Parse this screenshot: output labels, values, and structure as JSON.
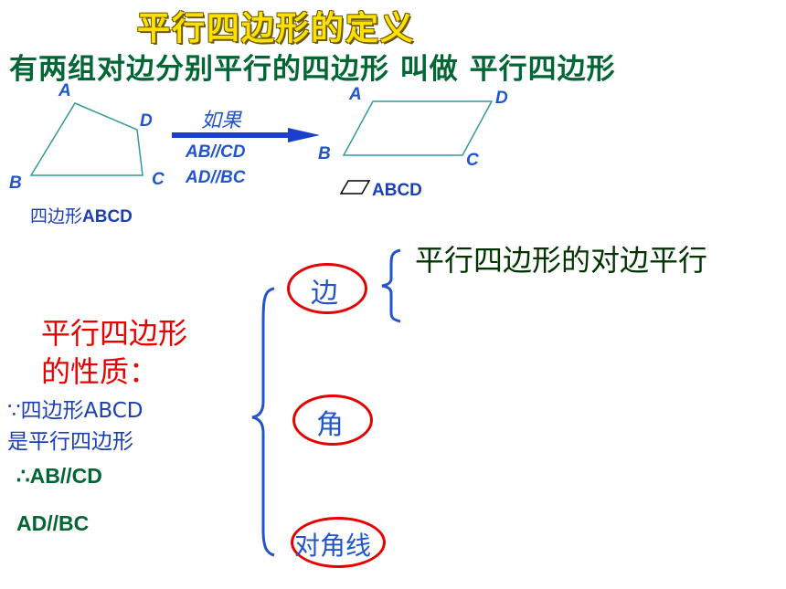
{
  "title": "平行四边形的定义",
  "definition": "有两组对边分别平行的四边形 叫做 平行四边形",
  "quad": {
    "labels": {
      "A": "A",
      "B": "B",
      "C": "C",
      "D": "D"
    },
    "caption_prefix": "四边形",
    "caption_name": "ABCD"
  },
  "arrow": {
    "condition": "如果",
    "line1": "AB//CD",
    "line2": "AD//BC"
  },
  "parallelogram": {
    "labels": {
      "A": "A",
      "B": "B",
      "C": "C",
      "D": "D"
    },
    "symbol_name": "ABCD"
  },
  "properties": {
    "heading_line1": "平行四边形",
    "heading_line2": "的性质：",
    "given_line1": "∵四边形ABCD",
    "given_line2": "是平行四边形",
    "conclusion1": "∴AB//CD",
    "conclusion2": "AD//BC"
  },
  "categories": {
    "side": "边",
    "angle": "角",
    "diagonal": "对角线"
  },
  "side_property": "平行四边形的对边平行",
  "colors": {
    "title": "#FFE000",
    "definition": "#006633",
    "label_blue": "#2255cc",
    "heading_red": "#e60000",
    "brace_blue": "#2255cc"
  }
}
